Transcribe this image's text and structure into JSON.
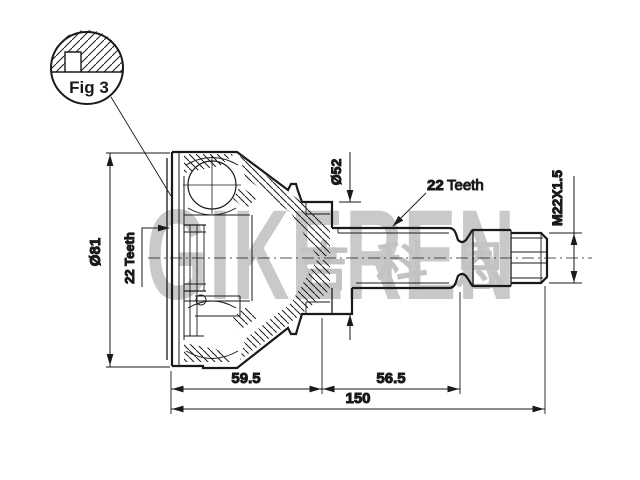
{
  "drawing": {
    "detail": {
      "label": "Fig 3"
    },
    "watermark": {
      "brand": "GIKEREN",
      "cjk": "吉科恩"
    },
    "labels": {
      "housing_diameter": "Ø81",
      "housing_teeth": "22 Teeth",
      "boot_diameter": "Ø52",
      "shaft_teeth_count": "22",
      "shaft_teeth_word": "Teeth",
      "thread_spec": "M22X1.5"
    },
    "dimensions": {
      "housing_length": "59.5",
      "shaft_length": "56.5",
      "total_length": "150"
    },
    "colors": {
      "line": "#1a1a1a",
      "watermark": "#c9c9c9",
      "background": "#ffffff"
    }
  }
}
